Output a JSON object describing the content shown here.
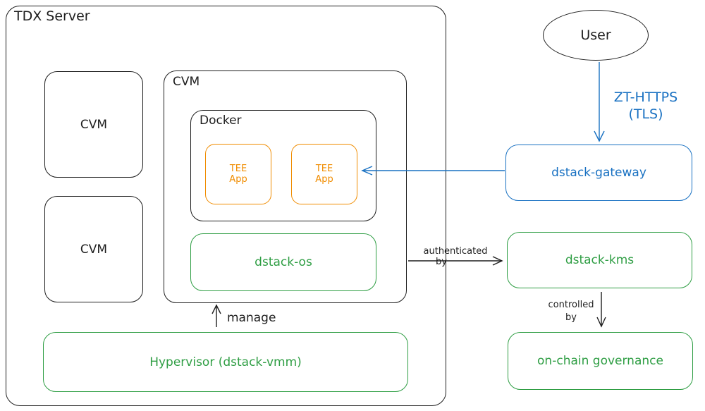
{
  "tdx_server": {
    "label": "TDX Server"
  },
  "cvm_left_top": {
    "label": "CVM"
  },
  "cvm_left_bottom": {
    "label": "CVM"
  },
  "cvm_main": {
    "label": "CVM"
  },
  "docker": {
    "label": "Docker"
  },
  "tee_app_1": {
    "line1": "TEE",
    "line2": "App"
  },
  "tee_app_2": {
    "line1": "TEE",
    "line2": "App"
  },
  "dstack_os": {
    "label": "dstack-os"
  },
  "hypervisor": {
    "label": "Hypervisor (dstack-vmm)"
  },
  "manage": {
    "label": "manage"
  },
  "user": {
    "label": "User"
  },
  "zt_https": {
    "line1": "ZT-HTTPS",
    "line2": "(TLS)"
  },
  "gateway": {
    "label": "dstack-gateway"
  },
  "kms": {
    "label": "dstack-kms"
  },
  "authenticated": {
    "line1": "authenticated",
    "line2": "by"
  },
  "controlled": {
    "line1": "controlled",
    "line2": "by"
  },
  "governance": {
    "label": "on-chain governance"
  },
  "colors": {
    "dark": "#1e1e1e",
    "green": "#2f9e44",
    "blue": "#1971c2",
    "orange": "#f08c00"
  }
}
